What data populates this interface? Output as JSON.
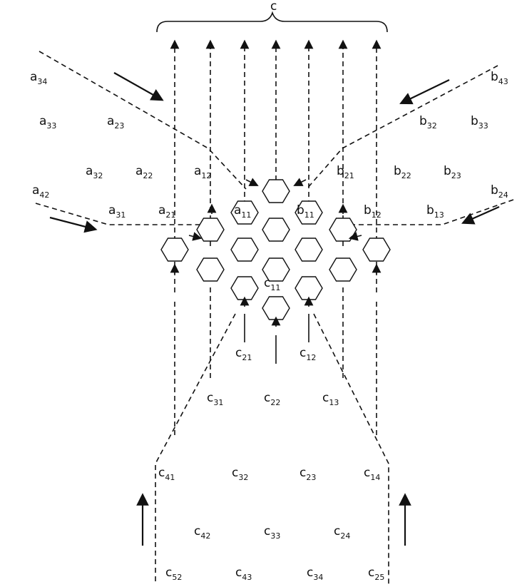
{
  "diagram": {
    "top_label": "c",
    "labels": [
      {
        "name": "a34",
        "base": "a",
        "sub": "34"
      },
      {
        "name": "a33",
        "base": "a",
        "sub": "33"
      },
      {
        "name": "a23",
        "base": "a",
        "sub": "23"
      },
      {
        "name": "a32",
        "base": "a",
        "sub": "32"
      },
      {
        "name": "a22",
        "base": "a",
        "sub": "22"
      },
      {
        "name": "a12",
        "base": "a",
        "sub": "12"
      },
      {
        "name": "a42",
        "base": "a",
        "sub": "42"
      },
      {
        "name": "a31",
        "base": "a",
        "sub": "31"
      },
      {
        "name": "a21",
        "base": "a",
        "sub": "21"
      },
      {
        "name": "a11",
        "base": "a",
        "sub": "11"
      },
      {
        "name": "b43",
        "base": "b",
        "sub": "43"
      },
      {
        "name": "b32",
        "base": "b",
        "sub": "32"
      },
      {
        "name": "b33",
        "base": "b",
        "sub": "33"
      },
      {
        "name": "b21",
        "base": "b",
        "sub": "21"
      },
      {
        "name": "b22",
        "base": "b",
        "sub": "22"
      },
      {
        "name": "b23",
        "base": "b",
        "sub": "23"
      },
      {
        "name": "b24",
        "base": "b",
        "sub": "24"
      },
      {
        "name": "b11",
        "base": "b",
        "sub": "11"
      },
      {
        "name": "b12",
        "base": "b",
        "sub": "12"
      },
      {
        "name": "b13",
        "base": "b",
        "sub": "13"
      },
      {
        "name": "c11",
        "base": "c",
        "sub": "11"
      },
      {
        "name": "c21",
        "base": "c",
        "sub": "21"
      },
      {
        "name": "c12",
        "base": "c",
        "sub": "12"
      },
      {
        "name": "c31",
        "base": "c",
        "sub": "31"
      },
      {
        "name": "c22",
        "base": "c",
        "sub": "22"
      },
      {
        "name": "c13",
        "base": "c",
        "sub": "13"
      },
      {
        "name": "c41",
        "base": "c",
        "sub": "41"
      },
      {
        "name": "c32",
        "base": "c",
        "sub": "32"
      },
      {
        "name": "c23",
        "base": "c",
        "sub": "23"
      },
      {
        "name": "c14",
        "base": "c",
        "sub": "14"
      },
      {
        "name": "c42",
        "base": "c",
        "sub": "42"
      },
      {
        "name": "c33",
        "base": "c",
        "sub": "33"
      },
      {
        "name": "c24",
        "base": "c",
        "sub": "24"
      },
      {
        "name": "c52",
        "base": "c",
        "sub": "52"
      },
      {
        "name": "c43",
        "base": "c",
        "sub": "43"
      },
      {
        "name": "c34",
        "base": "c",
        "sub": "34"
      },
      {
        "name": "c25",
        "base": "c",
        "sub": "25"
      }
    ]
  }
}
